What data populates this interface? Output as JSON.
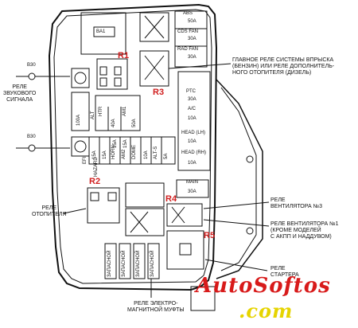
{
  "box": {
    "ba1": "BA1",
    "abs": "ABS",
    "cds_fan": "CDS FAN",
    "rad_fan": "RAD FAN",
    "ptc": "PTC",
    "ac": "A/C",
    "head_lh": "HEAD (LH)",
    "head_rh": "HEAD (RH)",
    "main": "MAIN",
    "htr": "HTR",
    "am1": "AM1",
    "alt": "ALT",
    "efi": "EFI",
    "hazard": "HAZARD",
    "horn": "HORN",
    "am2": "AM2",
    "dome": "DOME",
    "alt_s": "ALT-S",
    "b30_1": "B30",
    "b30_2": "B30"
  },
  "fuses": {
    "abs_a": "50A",
    "cds_fan_a": "30A",
    "rad_fan_a": "30A",
    "ptc_a": "30A",
    "ac_a": "10A",
    "head_lh_a": "10A",
    "head_rh_a": "10A",
    "alt_a": "100A",
    "htr_a": "40A",
    "am1_a": "50A",
    "efi_a": "15A",
    "hazard_a": "15A",
    "horn_a": "15A",
    "am2_a": "15A",
    "dome_a": "10A",
    "alts_a": "5A",
    "main_a": "30A",
    "zapasnoy": "ЗАПАСНОЙ"
  },
  "markers": {
    "r1": "R1",
    "r2": "R2",
    "r3": "R3",
    "r4": "R4",
    "r5": "R5"
  },
  "labels": {
    "horn_relay": "РЕЛЕ\nЗВУКОВОГО\nСИГНАЛА",
    "main_relay": "ГЛАВНОЕ РЕЛЕ СИСТЕМЫ ВПРЫСКА\n(БЕНЗИН) ИЛИ РЕЛЕ ДОПОЛНИТЕЛЬ-\nНОГО ОТОПИТЕЛЯ (ДИЗЕЛЬ)",
    "heater_relay": "РЕЛЕ\nОТОПИТЕЛЯ",
    "fan3_relay": "РЕЛЕ\nВЕНТИЛЯТОРА №3",
    "fan1_relay": "РЕЛЕ ВЕНТИЛЯТОРА №1\n(КРОМЕ МОДЕЛЕЙ\nС АКПП И НАДДУВОМ)",
    "starter_relay": "РЕЛЕ\nСТАРТЕРА",
    "clutch_relay": "РЕЛЕ ЭЛЕКТРО-\nМАГНИТНОЙ МУФТЫ"
  },
  "watermark": {
    "line1": "AutoSoftos",
    "line2": ".com"
  }
}
